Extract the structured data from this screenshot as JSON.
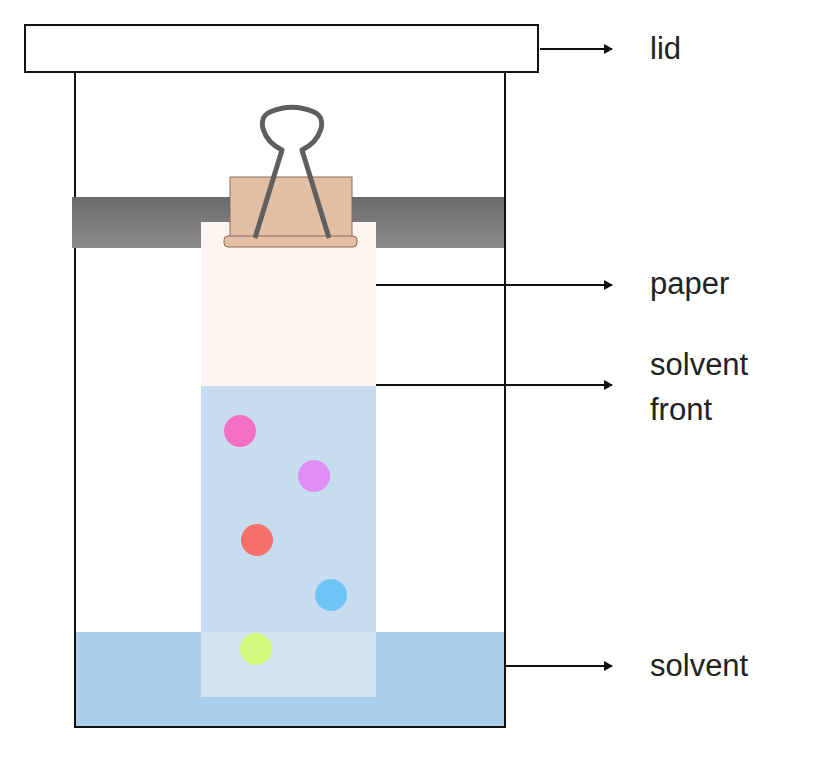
{
  "diagram": {
    "labels": [
      "lid",
      "paper",
      "solvent front",
      "solvent"
    ]
  }
}
